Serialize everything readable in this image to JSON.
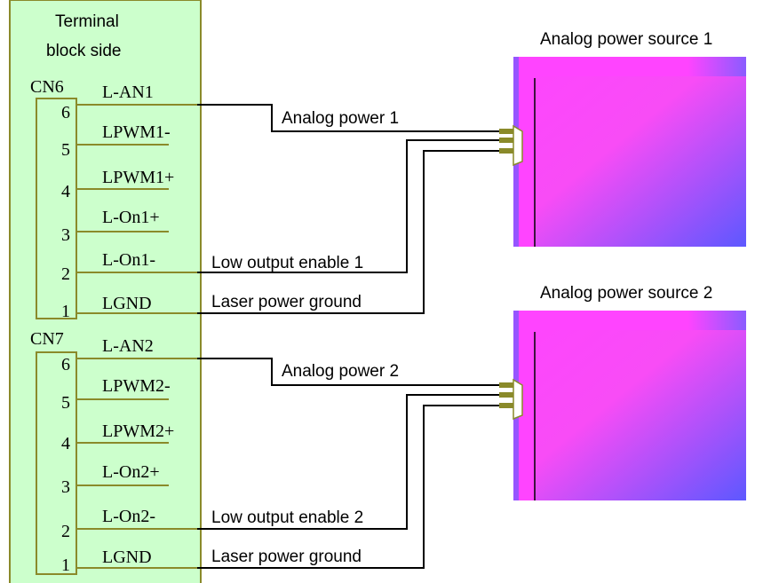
{
  "terminal_block": {
    "title_line1": "Terminal",
    "title_line2": "block side"
  },
  "connectors": [
    {
      "id": "CN6",
      "pins": [
        {
          "num": "6",
          "label": "L-AN1"
        },
        {
          "num": "5",
          "label": "LPWM1-"
        },
        {
          "num": "4",
          "label": "LPWM1+"
        },
        {
          "num": "3",
          "label": "L-On1+"
        },
        {
          "num": "2",
          "label": "L-On1-"
        },
        {
          "num": "1",
          "label": "LGND"
        }
      ],
      "signals": {
        "analog": "Analog power 1",
        "enable": "Low output enable 1",
        "ground": "Laser power ground"
      },
      "source_title": "Analog power source 1"
    },
    {
      "id": "CN7",
      "pins": [
        {
          "num": "6",
          "label": "L-AN2"
        },
        {
          "num": "5",
          "label": "LPWM2-"
        },
        {
          "num": "4",
          "label": "LPWM2+"
        },
        {
          "num": "3",
          "label": "L-On2+"
        },
        {
          "num": "2",
          "label": "L-On2-"
        },
        {
          "num": "1",
          "label": "LGND"
        }
      ],
      "signals": {
        "analog": "Analog power 2",
        "enable": "Low output enable 2",
        "ground": "Laser power ground"
      },
      "source_title": "Analog power source 2"
    }
  ],
  "colors": {
    "panel_fill": "#ccffcc",
    "panel_stroke": "#8a8a2a",
    "lead": "#8a8a2a",
    "wire": "#000000",
    "source_magenta": "#ff44ff",
    "source_blue": "#5a55ff",
    "plug": "#8a8a2a"
  }
}
